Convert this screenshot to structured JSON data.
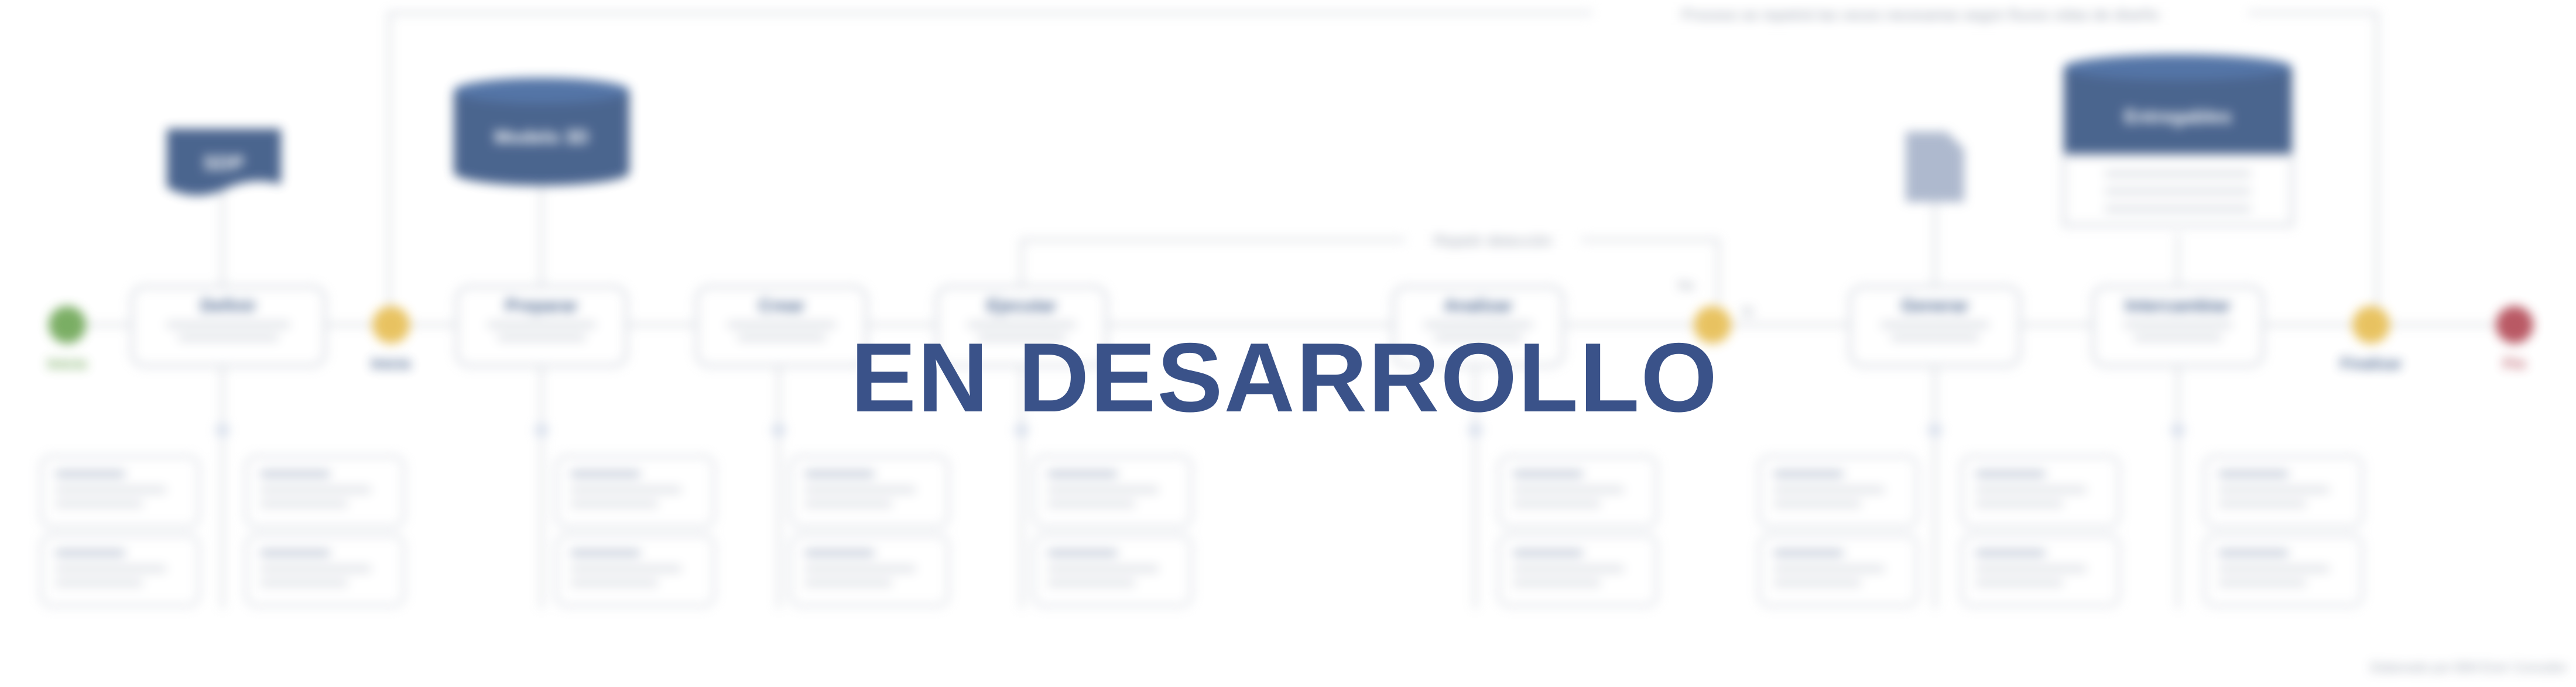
{
  "overlay": {
    "text": "EN DESARROLLO"
  },
  "colors": {
    "navy": "#1e3f73",
    "box_border": "#c9ced8",
    "line": "#c4c9d2",
    "gateway_yellow": "#e3b43a",
    "start_green": "#5a9a3e",
    "end_red": "#a8303e",
    "overlay": "#3a5289",
    "text_muted": "#8a93a3"
  },
  "diagram": {
    "loop_top_label": "Proceso se repetirá las veces necesarias según fluxos vidas de diseño",
    "loop_mid_label": "Repetir detección",
    "footer_note": "Elaborado por BIM Ener Consultor",
    "artifacts": {
      "sdp": "SDP",
      "modelo_3d": "Modelo 3D",
      "entregables": "Entregables"
    },
    "nodes": {
      "start": "Inicio",
      "end": "Fin",
      "gw1": "Inicio",
      "gw2": "",
      "gw3": "Finalizar",
      "definir": "Definir",
      "preparar": "Preparar",
      "crear": "Crear",
      "ejecutar": "Ejecutar",
      "analizar": "Analizar",
      "generar": "Generar",
      "intercambiar": "Intercambiar"
    },
    "gateway_labels": {
      "no": "No",
      "si": "Sí"
    }
  }
}
